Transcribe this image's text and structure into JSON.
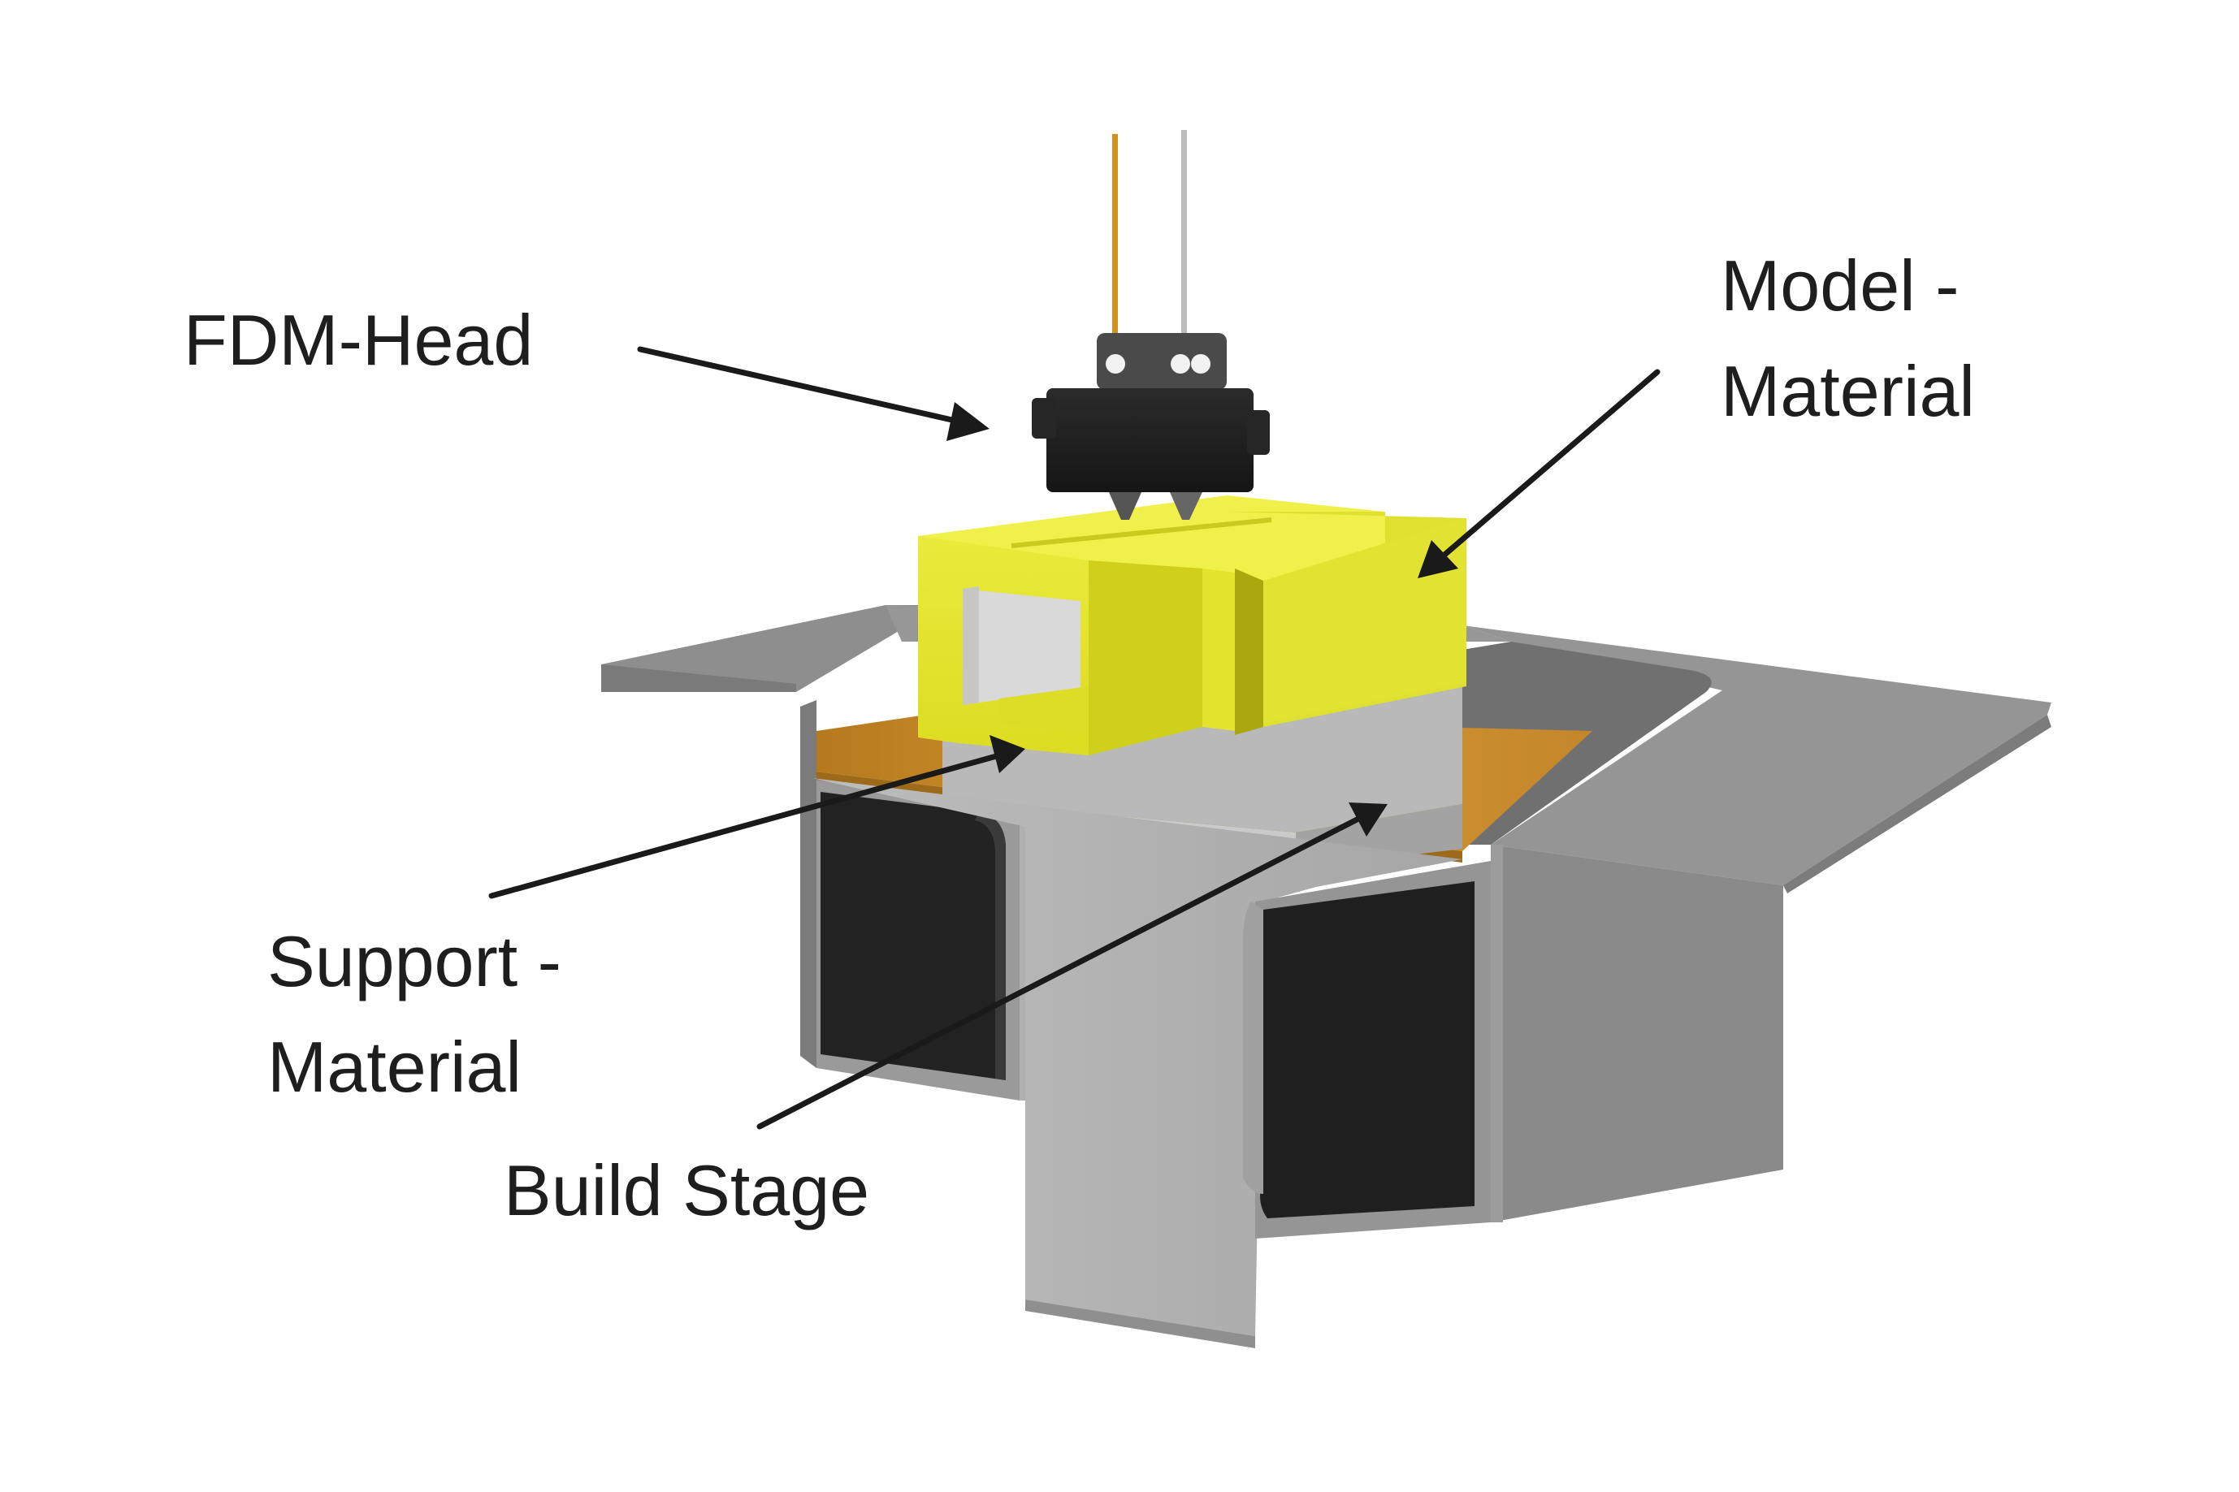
{
  "labels": {
    "fdm_head": "FDM-Head",
    "model_material_line1": "Model -",
    "model_material_line2": "Material",
    "support_material_line1": "Support -",
    "support_material_line2": "Material",
    "build_stage": "Build Stage"
  },
  "colors": {
    "background": "#ffffff",
    "label_text": "#1e1e1e",
    "leader_line": "#1a1a1a",
    "steel_light": "#a9a9a9",
    "steel_top": "#8c8c8c",
    "steel_dark": "#6b6b6b",
    "cavity": "#1f1f1f",
    "model_yellow": "#e3e32a",
    "model_yellow_dark": "#c8c81c",
    "support_grey": "#c3c3c3",
    "build_amber": "#c98a22",
    "head_black": "#1c1c1c",
    "filament_model": "#d4911c",
    "filament_support": "#bcbcbc"
  }
}
